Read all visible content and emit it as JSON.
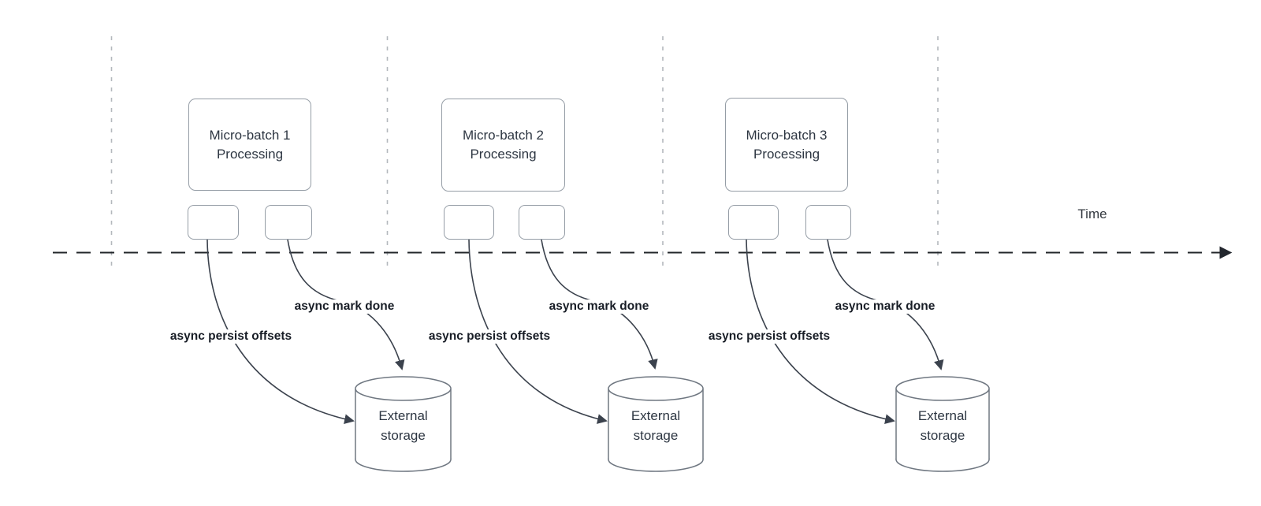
{
  "diagram": {
    "time_axis": {
      "label": "Time"
    },
    "groups": [
      {
        "batch": "Micro-batch 1\nProcessing",
        "persist_label": "async persist offsets",
        "done_label": "async mark done",
        "storage": "External\nstorage"
      },
      {
        "batch": "Micro-batch 2\nProcessing",
        "persist_label": "async persist offsets",
        "done_label": "async mark done",
        "storage": "External\nstorage"
      },
      {
        "batch": "Micro-batch 3\nProcessing",
        "persist_label": "async persist offsets",
        "done_label": "async mark done",
        "storage": "External\nstorage"
      }
    ],
    "colors": {
      "shape_border": "#959da6",
      "cylinder_border": "#6f7781",
      "edge_stroke": "#3b424d",
      "timeline_stroke": "#212529",
      "gridline_stroke": "#b4b8bd",
      "shape_text": "#2d3642",
      "edge_label_text": "#181d26",
      "background": "#ffffff"
    }
  }
}
